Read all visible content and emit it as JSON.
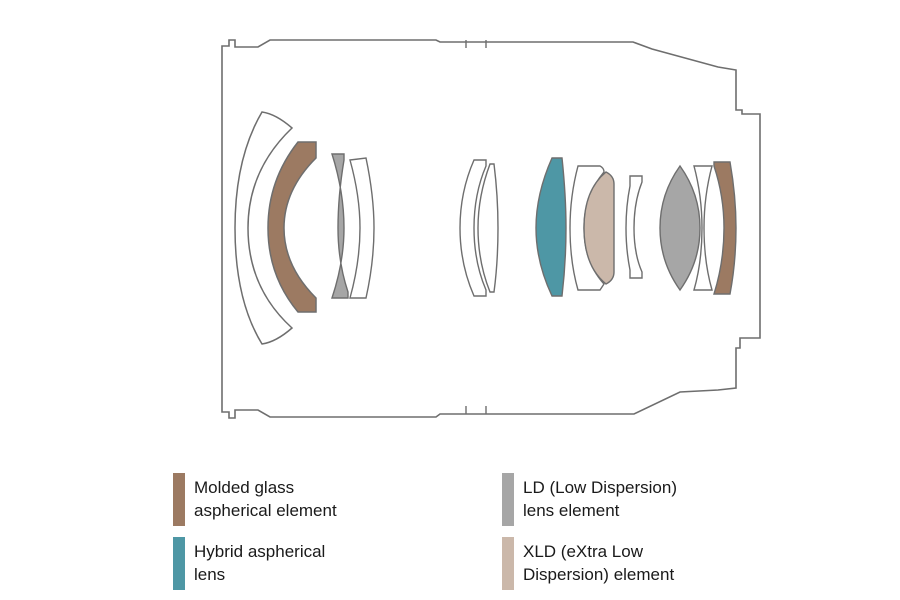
{
  "colors": {
    "molded": "#9c7a62",
    "hybrid": "#4e97a5",
    "ld": "#a6a6a6",
    "xld": "#cbb8aa",
    "outline": "#6e6e6e",
    "background": "#ffffff"
  },
  "legend": {
    "items": [
      {
        "key": "molded",
        "line1": "Molded glass",
        "line2": "aspherical element"
      },
      {
        "key": "ld",
        "line1": "LD (Low Dispersion)",
        "line2": "lens element"
      },
      {
        "key": "hybrid",
        "line1": "Hybrid aspherical",
        "line2": "lens"
      },
      {
        "key": "xld",
        "line1": "XLD (eXtra Low",
        "line2": "Dispersion) element"
      }
    ]
  }
}
